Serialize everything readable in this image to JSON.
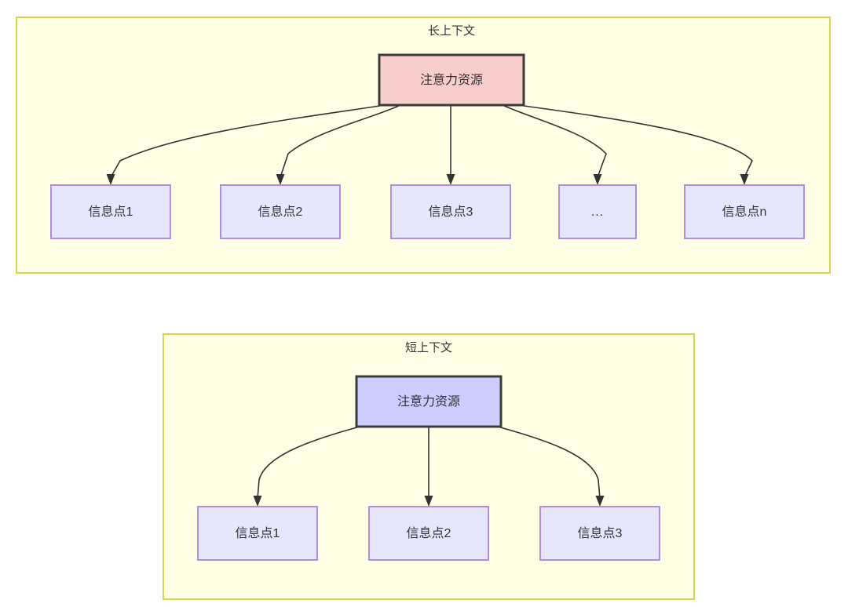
{
  "diagram": {
    "type": "two-panel-tree-diagram",
    "background_color": "#ffffff",
    "panels": [
      {
        "id": "long-context",
        "title": "长上下文",
        "fill_color": "#ffffe6",
        "border_color": "#d6d64d",
        "root": {
          "label": "注意力资源",
          "fill_color": "#f8cecc",
          "border_color": "#3b3b3b"
        },
        "leaves": [
          {
            "label": "信息点1"
          },
          {
            "label": "信息点2"
          },
          {
            "label": "信息点3"
          },
          {
            "label": "..."
          },
          {
            "label": "信息点n"
          }
        ],
        "leaf_fill_color": "#e6e6ff",
        "leaf_border_color": "#b18ce0",
        "edge_count": 5
      },
      {
        "id": "short-context",
        "title": "短上下文",
        "fill_color": "#ffffe6",
        "border_color": "#d6d64d",
        "root": {
          "label": "注意力资源",
          "fill_color": "#ccccff",
          "border_color": "#3b3b3b"
        },
        "leaves": [
          {
            "label": "信息点1"
          },
          {
            "label": "信息点2"
          },
          {
            "label": "信息点3"
          }
        ],
        "leaf_fill_color": "#e6e6ff",
        "leaf_border_color": "#b18ce0",
        "edge_count": 3
      }
    ],
    "edge_color": "#333333",
    "text_color": "#333333"
  }
}
